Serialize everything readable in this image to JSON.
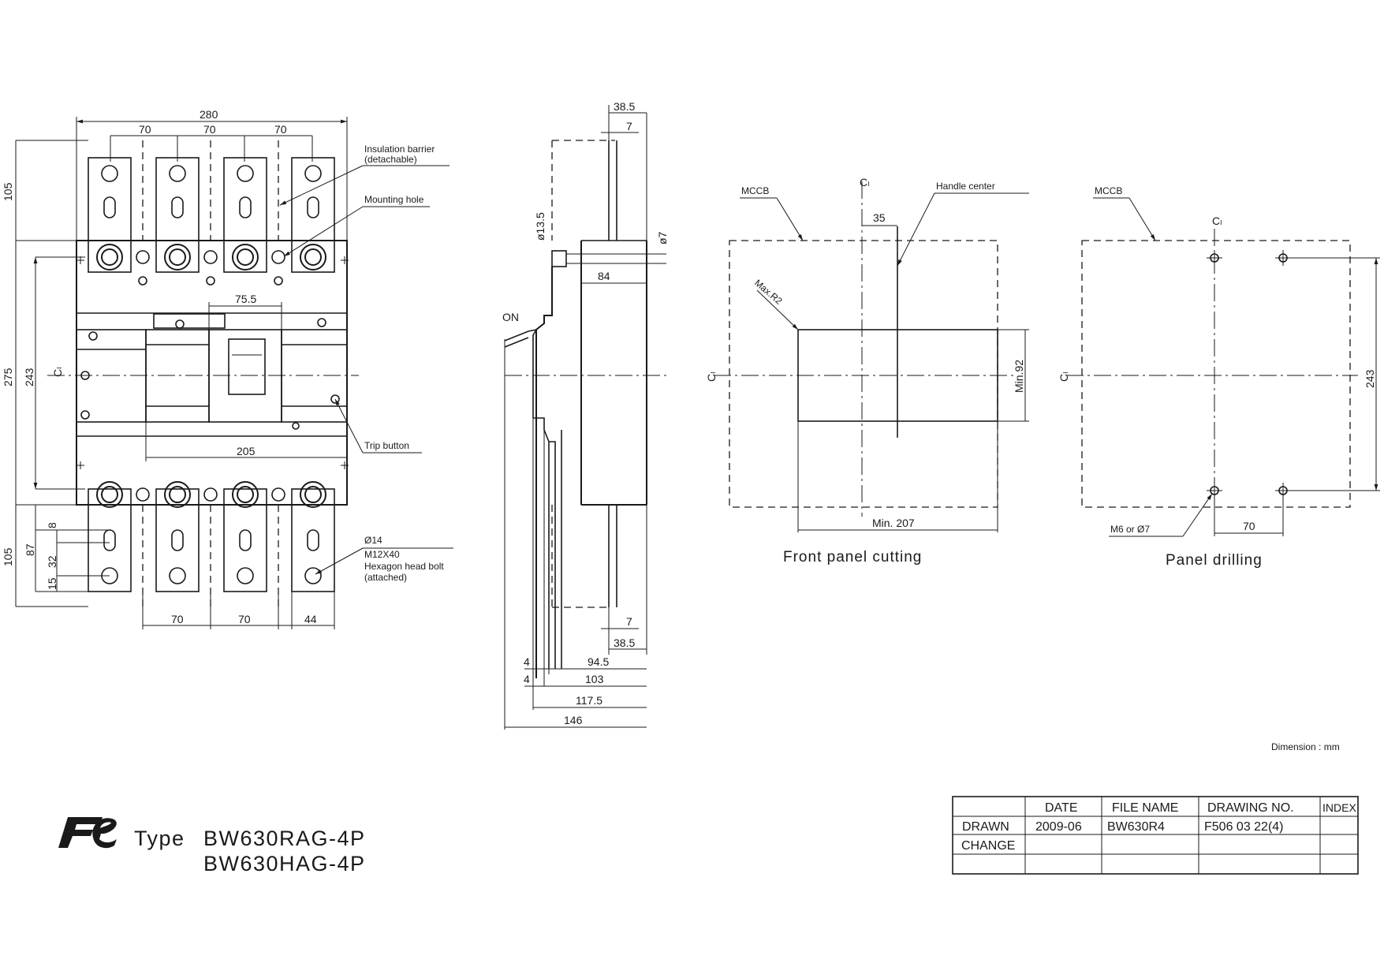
{
  "front_view": {
    "dims": {
      "overall_width": "280",
      "pitch_a": "70",
      "pitch_b": "70",
      "pitch_c": "70",
      "upper_height": "105",
      "middle_height": "275",
      "mounting_height": "243",
      "lower_height": "105",
      "window_width": "75.5",
      "base_width": "205",
      "lower_pitch_a": "70",
      "lower_pitch_b": "70",
      "lower_width": "44",
      "terminal_8": "8",
      "terminal_87": "87",
      "terminal_32": "32",
      "terminal_15": "15"
    },
    "centerline": "Cₗ",
    "notes": {
      "insulation_barrier_1": "Insulation barrier",
      "insulation_barrier_2": "(detachable)",
      "mounting_hole": "Mounting hole",
      "trip_button": "Trip button",
      "bolt_dia": "Ø14",
      "bolt_size": "M12X40",
      "bolt_type": "Hexagon head bolt",
      "bolt_attached": "(attached)"
    }
  },
  "side_view": {
    "on_label": "ON",
    "dims": {
      "top_38_5": "38.5",
      "top_7": "7",
      "dia_13_5": "ø13.5",
      "dia_7": "ø7",
      "d84": "84",
      "bot_7": "7",
      "bot_38_5": "38.5",
      "d4a": "4",
      "d94_5": "94.5",
      "d4b": "4",
      "d103": "103",
      "d117_5": "117.5",
      "d146": "146"
    }
  },
  "front_panel_cutting": {
    "caption": "Front panel cutting",
    "mccb": "MCCB",
    "handle_center": "Handle center",
    "dims": {
      "d35": "35",
      "max_r2": "Max.R2",
      "min92": "Min.92",
      "min207": "Min. 207"
    },
    "centerline": "Cₗ"
  },
  "panel_drilling": {
    "caption": "Panel drilling",
    "mccb": "MCCB",
    "dims": {
      "d243": "243",
      "d70": "70",
      "hole": "M6 or Ø7"
    },
    "centerline": "Cₗ"
  },
  "dimension_unit": "Dimension : mm",
  "logo_text": "Fe",
  "type_label": "Type",
  "type_line1": "BW630RAG-4P",
  "type_line2": "BW630HAG-4P",
  "title_block": {
    "headers": [
      "DATE",
      "FILE NAME",
      "DRAWING NO.",
      "INDEX"
    ],
    "row_drawn": {
      "label": "DRAWN",
      "date": "2009-06",
      "file": "BW630R4",
      "drawing_no": "F506 03 22(4)",
      "index": ""
    },
    "row_change": {
      "label": "CHANGE"
    }
  }
}
